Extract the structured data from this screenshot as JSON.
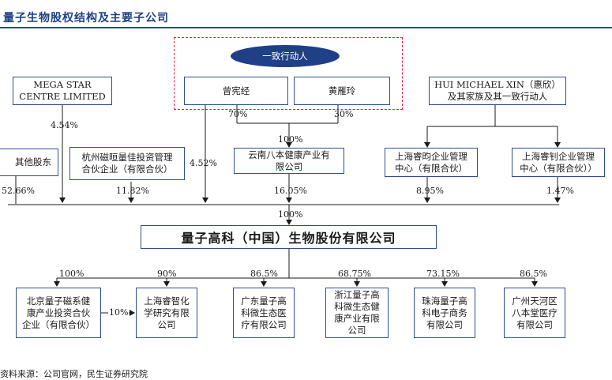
{
  "header": {
    "title": "量子生物股权结构及主要子公司"
  },
  "concert": {
    "label": "一致行动人"
  },
  "holders": {
    "mega": [
      "MEGA STAR",
      "CENTRE LIMITED"
    ],
    "zeng": "曾宪经",
    "huang": "黄雁玲",
    "hui": [
      "HUI MICHAEL XIN（惠欣）",
      "及其家族及其一致行动人"
    ],
    "others": "其他股东",
    "hangzhou": [
      "杭州磁晅量佳投资管理",
      "合伙企业（有限合伙）"
    ],
    "yunnan": [
      "云南八本健康产业有",
      "限公司"
    ],
    "ruiyun": [
      "上海睿昀企业管理",
      "中心（有限合伙）"
    ],
    "ruizhao": [
      "上海睿钊企业管理",
      "中心（有限合伙））"
    ]
  },
  "percents": {
    "mega": "4.54%",
    "zeng_yunnan": "70%",
    "huang_yunnan": "30%",
    "yunnan_from": "100%",
    "zeng_direct": "4.52%",
    "others": "52.66%",
    "hangzhou": "11.82%",
    "yunnan": "16.05%",
    "ruiyun": "8.95%",
    "ruizhao": "1.47%",
    "main_total": "100%",
    "sub1": "100%",
    "sub2": "90%",
    "sub3": "86.5%",
    "sub4": "68.75%",
    "sub5": "73.15%",
    "sub6": "86.5%",
    "sub1_sub2": "10%"
  },
  "company": {
    "name": "量子高科（中国）生物股份有限公司"
  },
  "subsidiaries": [
    [
      "北京量子磁系健",
      "康产业投资合伙",
      "企业（有限合伙）"
    ],
    [
      "上海睿智化",
      "学研究有限",
      "公司"
    ],
    [
      "广东量子高",
      "科微生态医",
      "疗有限公司"
    ],
    [
      "浙江量子高",
      "科微生态健",
      "康产业有限",
      "公司"
    ],
    [
      "珠海量子高",
      "科电子商务",
      "有限公司"
    ],
    [
      "广州天河区",
      "八本堂医疗",
      "有限公司"
    ]
  ],
  "footer": {
    "source": "资料来源：公司官网，民生证券研究院"
  }
}
